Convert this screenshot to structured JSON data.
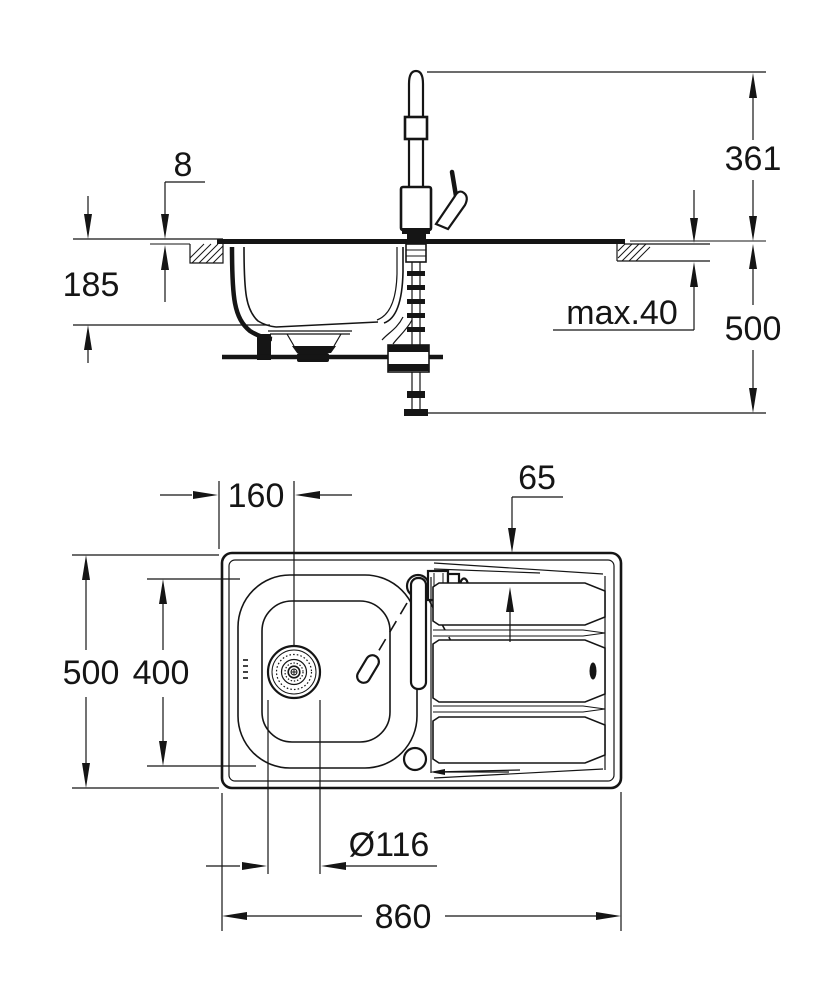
{
  "colors": {
    "line": "#151515",
    "background": "#ffffff"
  },
  "dimensions": {
    "side_view": {
      "flange_height": "8",
      "bowl_depth": "185",
      "faucet_height": "361",
      "below_counter_clearance": "500",
      "counter_thickness": "max.40"
    },
    "top_view": {
      "drain_center_offset": "160",
      "faucet_rear_offset": "65",
      "overall_depth": "500",
      "bowl_width": "400",
      "drain_diameter": "Ø116",
      "overall_length": "860"
    }
  }
}
